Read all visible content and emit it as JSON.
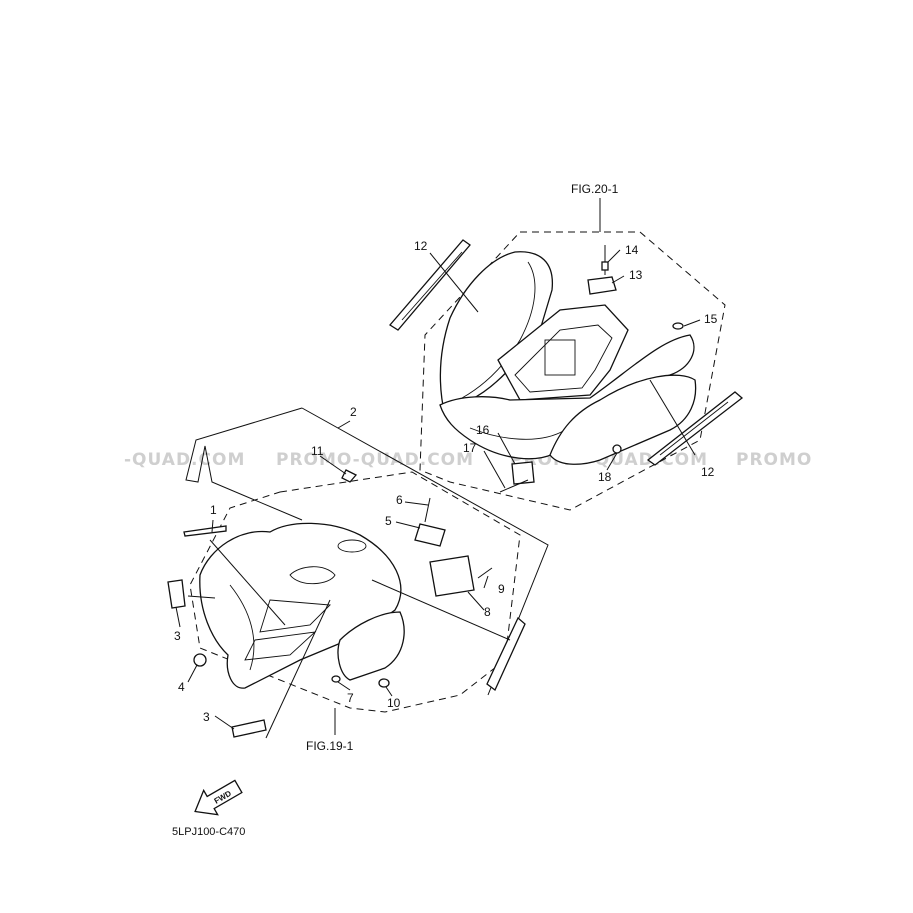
{
  "watermark": {
    "texts": [
      "-QUAD.COM",
      "PROMO-QUAD.COM",
      "PROMO-QUAD.COM",
      "PROMO"
    ]
  },
  "figures": {
    "rear_ref": "FIG.20-1",
    "front_ref": "FIG.19-1"
  },
  "callouts": {
    "c1": "1",
    "c2": "2",
    "c3a": "3",
    "c3b": "3",
    "c4": "4",
    "c5": "5",
    "c6": "6",
    "c7": "7",
    "c8": "8",
    "c9": "9",
    "c10": "10",
    "c11": "11",
    "c12a": "12",
    "c12b": "12",
    "c13": "13",
    "c14": "14",
    "c15": "15",
    "c16": "16",
    "c17": "17",
    "c18": "18"
  },
  "fwd": {
    "label": "FWD"
  },
  "drawing_code": "5LPJ100-C470"
}
